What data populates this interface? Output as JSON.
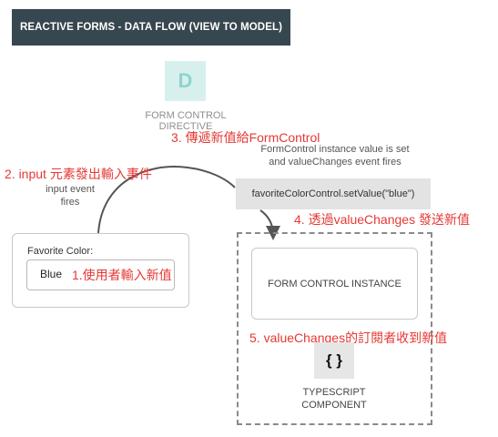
{
  "header": {
    "title": "REACTIVE FORMS - DATA FLOW (VIEW TO MODEL)"
  },
  "directive": {
    "icon_letter": "D",
    "label_line1": "FORM CONTROL",
    "label_line2": "DIRECTIVE"
  },
  "annotations": {
    "step1": "1.使用者輸入新值",
    "step2": "2. input 元素發出輸入事件",
    "step3": "3. 傳遞新值給FormControl",
    "step4": "4. 透過valueChanges 發送新值",
    "step5": "5. valueChanges的訂閱者收到新值"
  },
  "notes": {
    "input_event_line1": "input event",
    "input_event_line2": "fires",
    "instance_value_line1": "FormControl instance value is set",
    "instance_value_line2": "and valueChanges event fires"
  },
  "set_value_call": "favoriteColorControl.setValue(\"blue\")",
  "favorite_color": {
    "label": "Favorite Color:",
    "value": "Blue"
  },
  "form_control_instance": {
    "label": "FORM CONTROL INSTANCE"
  },
  "typescript_component": {
    "icon": "{ }",
    "label_line1": "TYPESCRIPT",
    "label_line2": "COMPONENT"
  },
  "colors": {
    "title_bar": "#37474f",
    "directive_badge": "#d7f0ee",
    "annotation_red": "#e53935",
    "call_box": "#e3e3e3",
    "arrow": "#555555"
  },
  "icons": [
    "directive-d-icon",
    "typescript-braces-icon"
  ]
}
